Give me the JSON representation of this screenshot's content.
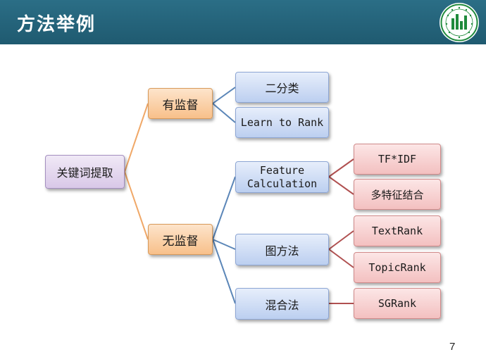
{
  "header": {
    "title": "方法举例",
    "bg_color": "#21607a"
  },
  "diagram": {
    "root": "关键词提取",
    "supervised": "有监督",
    "unsupervised": "无监督",
    "supervised_children": [
      "二分类",
      "Learn to Rank"
    ],
    "unsupervised_children": [
      "Feature\nCalculation",
      "图方法",
      "混合法"
    ],
    "feature_children": [
      "TF*IDF",
      "多特征结合"
    ],
    "graph_children": [
      "TextRank",
      "TopicRank"
    ],
    "hybrid_children": [
      "SGRank"
    ]
  },
  "page_number": "7",
  "colors": {
    "root": "#d9c8e8",
    "level1": "#f8c08a",
    "level2": "#bccff0",
    "level3": "#f3c0c0",
    "connector_orange": "#f0a868",
    "connector_blue": "#5b86b8",
    "connector_red": "#b05050"
  }
}
